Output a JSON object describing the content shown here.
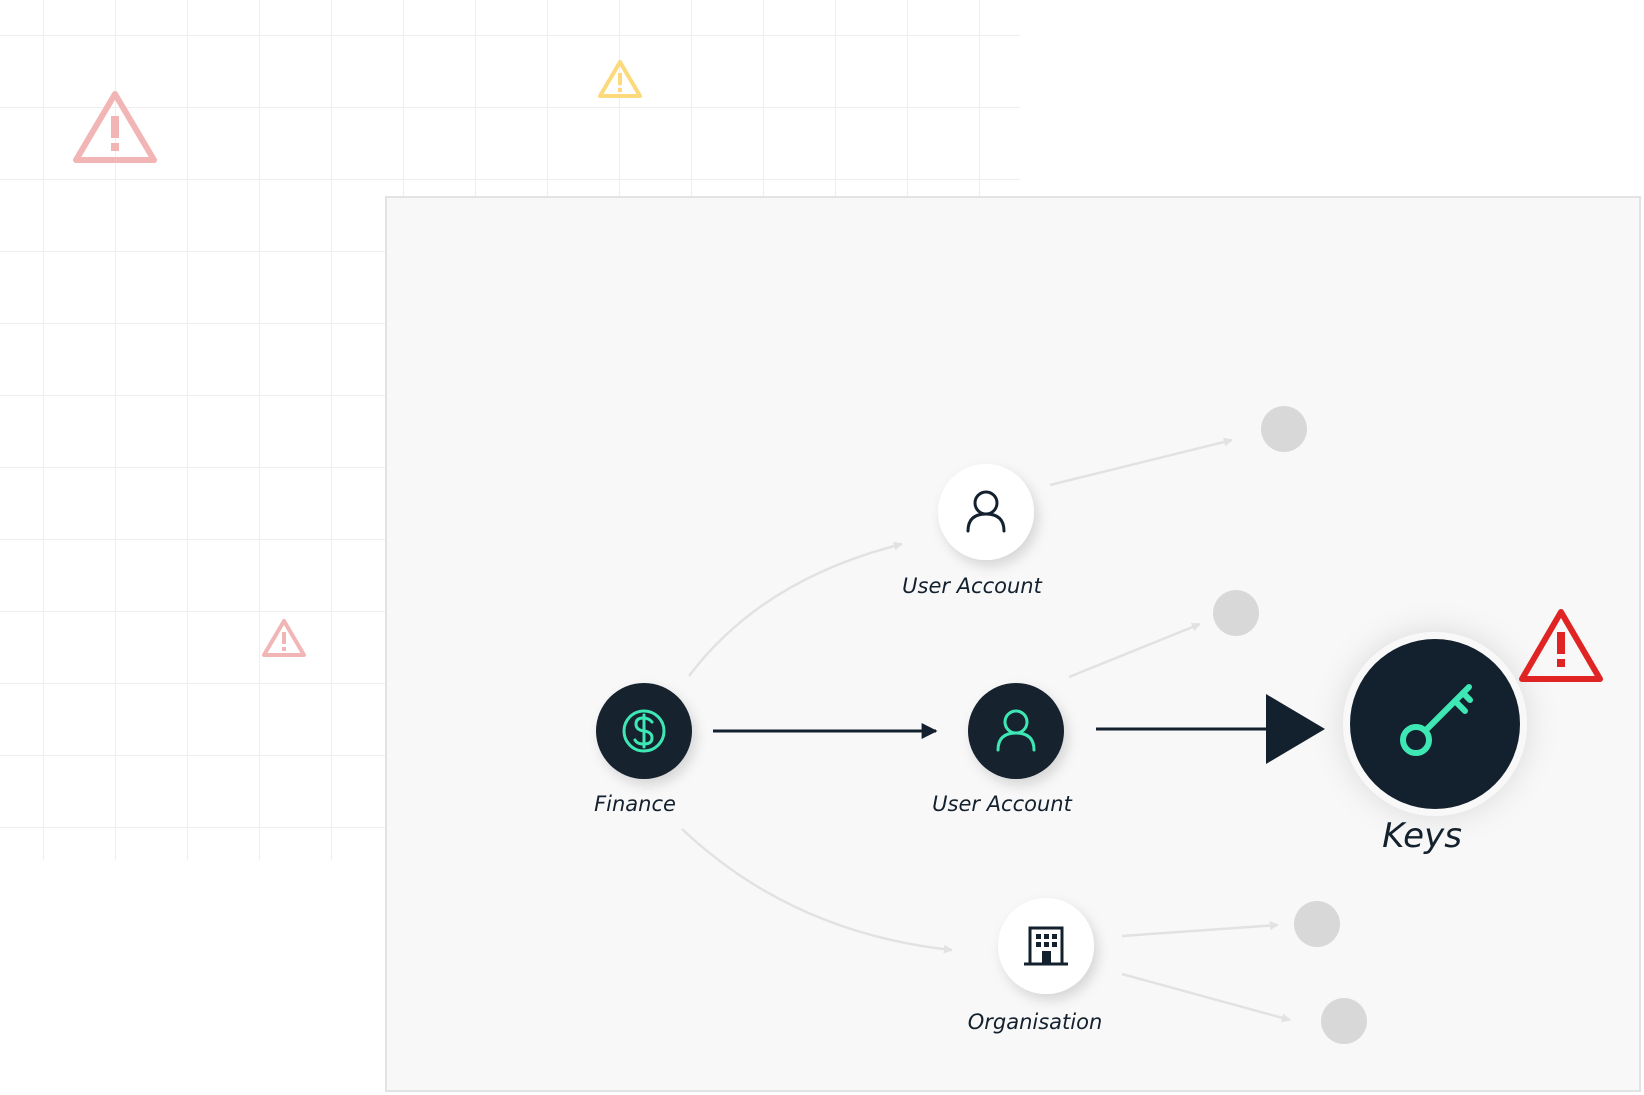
{
  "nodes": [
    {
      "id": "finance",
      "label": "Finance",
      "icon": "dollar-icon",
      "style": "dark"
    },
    {
      "id": "user-account-top",
      "label": "User Account",
      "icon": "user-icon",
      "style": "light"
    },
    {
      "id": "user-account-mid",
      "label": "User Account",
      "icon": "user-icon",
      "style": "dark"
    },
    {
      "id": "organisation",
      "label": "Organisation",
      "icon": "building-icon",
      "style": "light"
    },
    {
      "id": "keys",
      "label": "Keys",
      "icon": "key-icon",
      "style": "dark-large"
    }
  ],
  "edges": [
    {
      "from": "finance",
      "to": "user-account-top",
      "style": "faint"
    },
    {
      "from": "finance",
      "to": "user-account-mid",
      "style": "dark"
    },
    {
      "from": "finance",
      "to": "organisation",
      "style": "faint"
    },
    {
      "from": "user-account-mid",
      "to": "keys",
      "style": "dark-bold"
    },
    {
      "from": "user-account-top",
      "to": "placeholder-1",
      "style": "faint"
    },
    {
      "from": "user-account-mid",
      "to": "placeholder-2",
      "style": "faint"
    },
    {
      "from": "organisation",
      "to": "placeholder-3",
      "style": "faint"
    },
    {
      "from": "organisation",
      "to": "placeholder-4",
      "style": "faint"
    }
  ],
  "warnings": [
    {
      "icon": "warning-icon",
      "severity": "critical",
      "target": "keys"
    },
    {
      "icon": "warning-icon",
      "severity": "faded-critical"
    },
    {
      "icon": "warning-icon",
      "severity": "faded-caution"
    },
    {
      "icon": "warning-icon",
      "severity": "faded-critical"
    }
  ],
  "colors": {
    "node_dark": "#13202e",
    "accent": "#3ee8b5",
    "warning_red": "#e02424",
    "warning_faded_red": "#f2b5b5",
    "warning_faded_yellow": "#fcd97a",
    "placeholder_node": "#d8d8d8",
    "faint_edge": "#e2e2e2"
  }
}
